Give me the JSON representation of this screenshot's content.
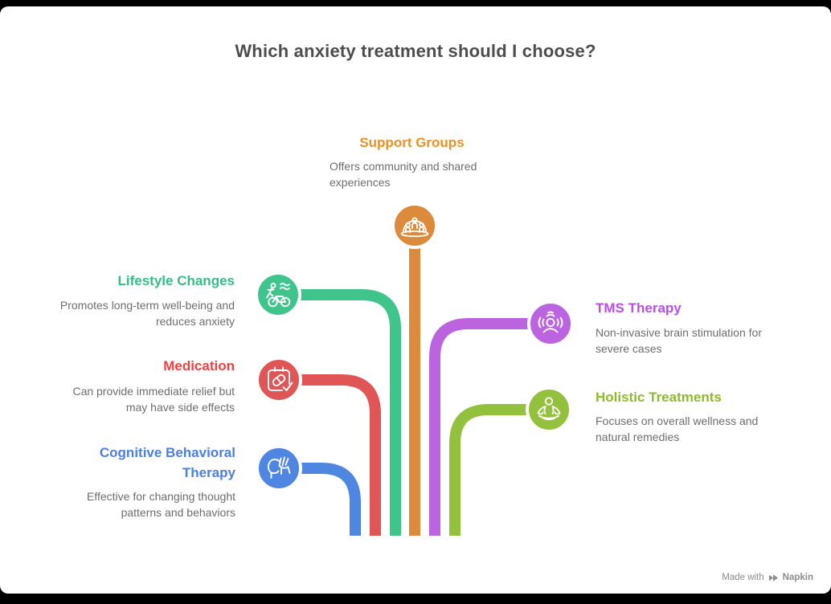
{
  "title": "Which anxiety treatment should I choose?",
  "palette": {
    "heading": "#4D4D4D",
    "description": "#6E6E6E",
    "background": "#FFFFFF"
  },
  "nodes": [
    {
      "id": "support-groups",
      "label": "Support Groups",
      "title_color": "#EC9125",
      "line_color": "#DC8A3C",
      "icon": "people-group-icon",
      "desc_lines": [
        "Offers community and shared",
        "experiences"
      ]
    },
    {
      "id": "lifestyle-changes",
      "label": "Lifestyle Changes",
      "title_color": "#32BF86",
      "line_color": "#3FC58C",
      "icon": "running-cycling-icon",
      "desc_lines": [
        "Promotes long-term well-being and",
        "reduces anxiety"
      ]
    },
    {
      "id": "medication",
      "label": "Medication",
      "title_color": "#EF4141",
      "line_color": "#E05656",
      "icon": "pill-check-icon",
      "desc_lines": [
        "Can provide immediate relief but",
        "may have side effects"
      ]
    },
    {
      "id": "cognitive-behavioral-therapy",
      "label_lines": [
        "Cognitive Behavioral",
        "Therapy"
      ],
      "title_color": "#4A7FE5",
      "line_color": "#4E86E2",
      "icon": "head-hand-icon",
      "desc_lines": [
        "Effective for changing thought",
        "patterns and behaviors"
      ]
    },
    {
      "id": "tms-therapy",
      "label": "TMS Therapy",
      "title_color": "#BB4DEB",
      "line_color": "#BC64E0",
      "icon": "brain-stimulation-icon",
      "desc_lines": [
        "Non-invasive brain stimulation for",
        "severe cases"
      ]
    },
    {
      "id": "holistic-treatments",
      "label": "Holistic Treatments",
      "title_color": "#8EBC28",
      "line_color": "#93C03D",
      "icon": "meditation-icon",
      "desc_lines": [
        "Focuses on overall wellness and",
        "natural remedies"
      ]
    }
  ],
  "watermark": {
    "prefix": "Made with",
    "brand": "Napkin",
    "color": "#8C8C8C"
  }
}
